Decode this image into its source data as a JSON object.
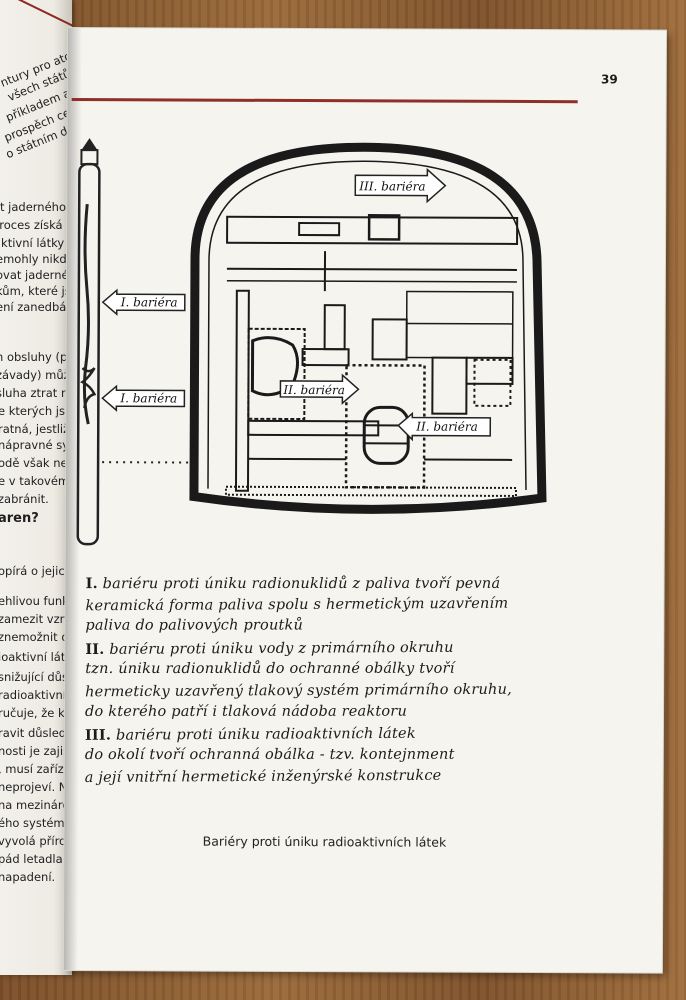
{
  "page": {
    "number": "39",
    "caption": "Bariéry proti úniku radioaktivních látek"
  },
  "left_page": {
    "fragments": [
      {
        "text": "ntury pro atom",
        "bold": false
      },
      {
        "text": "všech  států",
        "bold": false
      },
      {
        "text": "příkladem a",
        "bold": false
      },
      {
        "text": "prospěch celé",
        "bold": false
      },
      {
        "text": "o státním do",
        "bold": false
      },
      {
        "text": "st jaderného",
        "bold": false
      },
      {
        "text": "proces získá",
        "bold": false
      },
      {
        "text": "aktivní látky",
        "bold": false
      },
      {
        "text": "emohly nikdy",
        "bold": false
      },
      {
        "text": "ovat jaderné",
        "bold": false
      },
      {
        "text": "kům, které jsou",
        "bold": false
      },
      {
        "text": "ení zanedbává",
        "bold": false
      },
      {
        "text": "h obsluhy (po",
        "bold": false
      },
      {
        "text": "závady) může",
        "bold": false
      },
      {
        "text": "sluha ztrat mo",
        "bold": false
      },
      {
        "text": "e kterých jsou",
        "bold": false
      },
      {
        "text": "ratná, jestliže",
        "bold": false
      },
      {
        "text": "nápravné systé",
        "bold": false
      },
      {
        "text": "odě však nevede",
        "bold": false
      },
      {
        "text": "e v takovém při",
        "bold": false
      },
      {
        "text": "zabránit.",
        "bold": false
      },
      {
        "text": "aren?",
        "bold": true
      },
      {
        "text": "opírá o jejich p",
        "bold": false
      },
      {
        "text": "ehlivou funkci",
        "bold": false
      },
      {
        "text": "zamezit vzniku",
        "bold": false
      },
      {
        "text": "znemožnit da",
        "bold": false
      },
      {
        "text": "ioaktivní látky",
        "bold": false
      },
      {
        "text": "snižující důsled",
        "bold": false
      },
      {
        "text": "radioaktivních",
        "bold": false
      },
      {
        "text": "ručuje, že konst",
        "bold": false
      },
      {
        "text": "ravit důsledky",
        "bold": false
      },
      {
        "text": "nosti je zajišt",
        "bold": false
      },
      {
        "text": ", musí zařízen",
        "bold": false
      },
      {
        "text": "neprojeví. Na",
        "bold": false
      },
      {
        "text": "na mezinárod",
        "bold": false
      },
      {
        "text": "ého systému je",
        "bold": false
      },
      {
        "text": "vyvolá příroda",
        "bold": false
      },
      {
        "text": "pád letadla, pob",
        "bold": false
      },
      {
        "text": "napadení.",
        "bold": false
      }
    ]
  },
  "figure": {
    "labels": {
      "rod_top": "I. bariéra",
      "rod_bottom": "I. bariéra",
      "dome": "III. bariéra",
      "inner": "II. bariéra",
      "vessel": "II. bariéra"
    }
  },
  "handwritten": {
    "lines": [
      {
        "num": "I.",
        "text": "bariéru proti úniku radionuklidů z paliva tvoří pevná"
      },
      {
        "num": "",
        "text": "keramická forma paliva spolu s hermetickým uzavřením"
      },
      {
        "num": "",
        "text": "paliva do palivových proutků"
      },
      {
        "num": "II.",
        "text": "bariéru proti úniku vody z primárního okruhu"
      },
      {
        "num": "",
        "text": "tzn. úniku radionuklidů do ochranné obálky tvoří"
      },
      {
        "num": "",
        "text": "hermeticky uzavřený tlakový systém primárního okruhu,"
      },
      {
        "num": "",
        "text": "do kterého patří i tlaková nádoba reaktoru"
      },
      {
        "num": "III.",
        "text": "bariéru proti úniku radioaktivních látek"
      },
      {
        "num": "",
        "text": "do okolí tvoří ochranná obálka - tzv. kontejnment"
      },
      {
        "num": "",
        "text": "a její vnitřní hermetické inženýrské konstrukce"
      }
    ]
  },
  "colors": {
    "header_rule": "#8e2f29",
    "paper": "#f5f4ef",
    "ink": "#1c1c1c"
  }
}
